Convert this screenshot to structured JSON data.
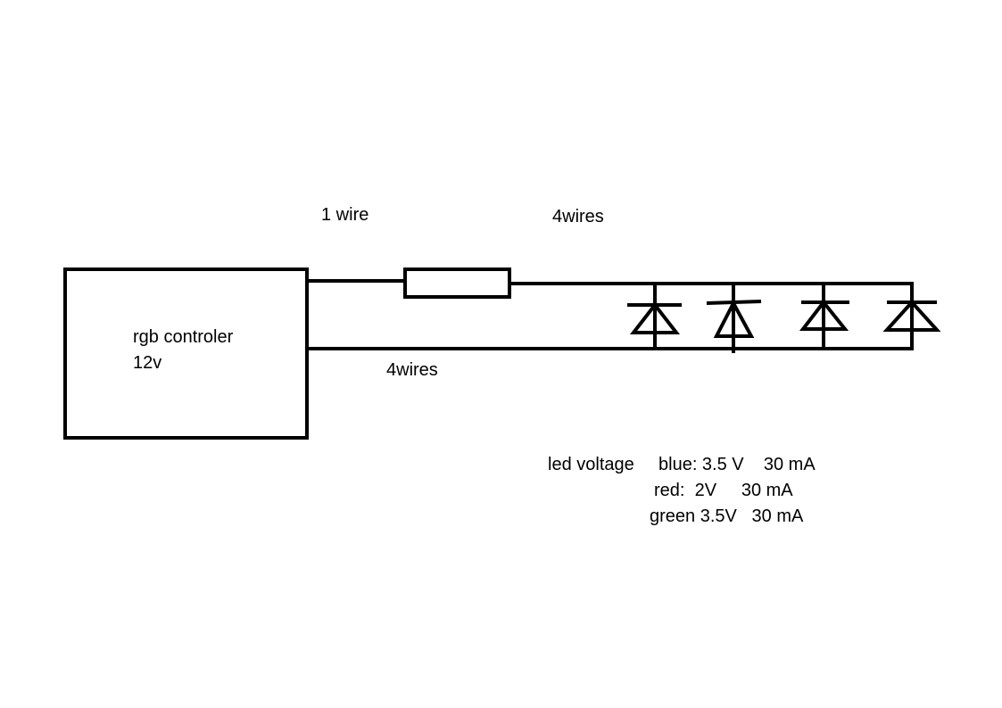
{
  "labels": {
    "one_wire": "1 wire",
    "four_wires_top": "4wires",
    "four_wires_bottom": "4wires"
  },
  "controller": {
    "name": "rgb controler",
    "voltage": "12v"
  },
  "led_specs": {
    "heading": "led voltage",
    "blue": "blue: 3.5 V    30 mA",
    "red": "red:  2V     30 mA",
    "green": "green 3.5V   30 mA"
  },
  "components": {
    "controller_box": "rgb-controller-box",
    "resistor": "resistor-icon",
    "diode_count": 4,
    "diode_icon": "diode-icon"
  },
  "colors": {
    "stroke": "#000000",
    "background": "#ffffff"
  }
}
